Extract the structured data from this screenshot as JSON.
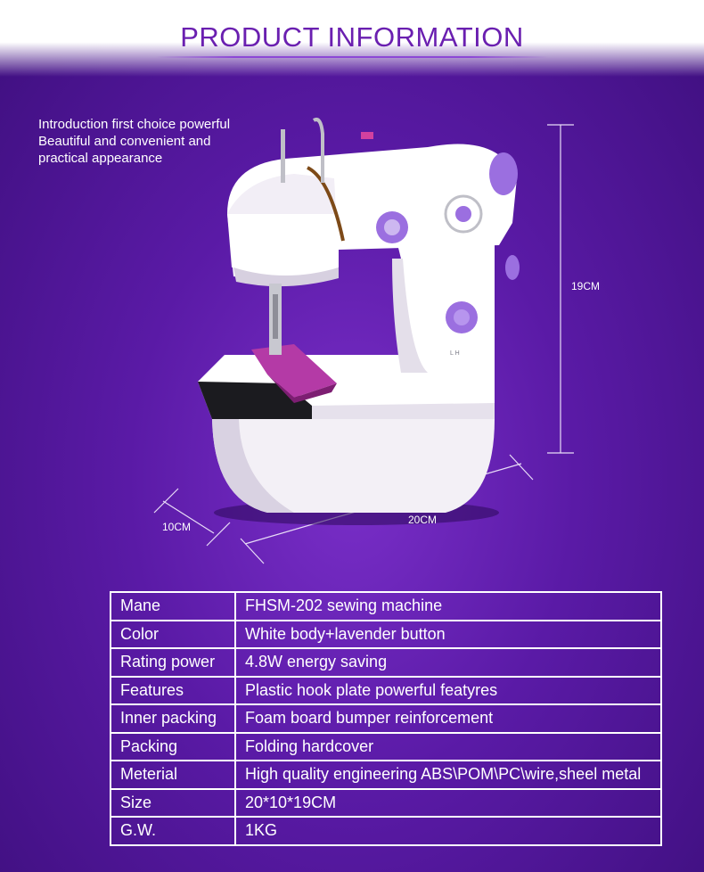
{
  "header": {
    "title": "PRODUCT INFORMATION"
  },
  "intro": {
    "lines": [
      "Introduction first choice powerful",
      "Beautiful and convenient and",
      "practical appearance"
    ]
  },
  "dimensions": {
    "height": "19CM",
    "width": "20CM",
    "depth": "10CM"
  },
  "specs": {
    "rows": [
      {
        "label": "Mane",
        "value": "FHSM-202 sewing machine"
      },
      {
        "label": "Color",
        "value": "White body+lavender button"
      },
      {
        "label": "Rating power",
        "value": "4.8W energy saving"
      },
      {
        "label": "Features",
        "value": "Plastic hook plate powerful featyres"
      },
      {
        "label": "Inner packing",
        "value": "Foam board bumper reinforcement"
      },
      {
        "label": "Packing",
        "value": "Folding hardcover"
      },
      {
        "label": "Meterial",
        "value": "High quality engineering ABS\\POM\\PC\\wire,sheel metal"
      },
      {
        "label": "Size",
        "value": "20*10*19CM"
      },
      {
        "label": "G.W.",
        "value": "1KG"
      }
    ]
  },
  "colors": {
    "background": "#5a1aa6",
    "accent": "#6a1fb0",
    "button": "#9b6fe0"
  }
}
